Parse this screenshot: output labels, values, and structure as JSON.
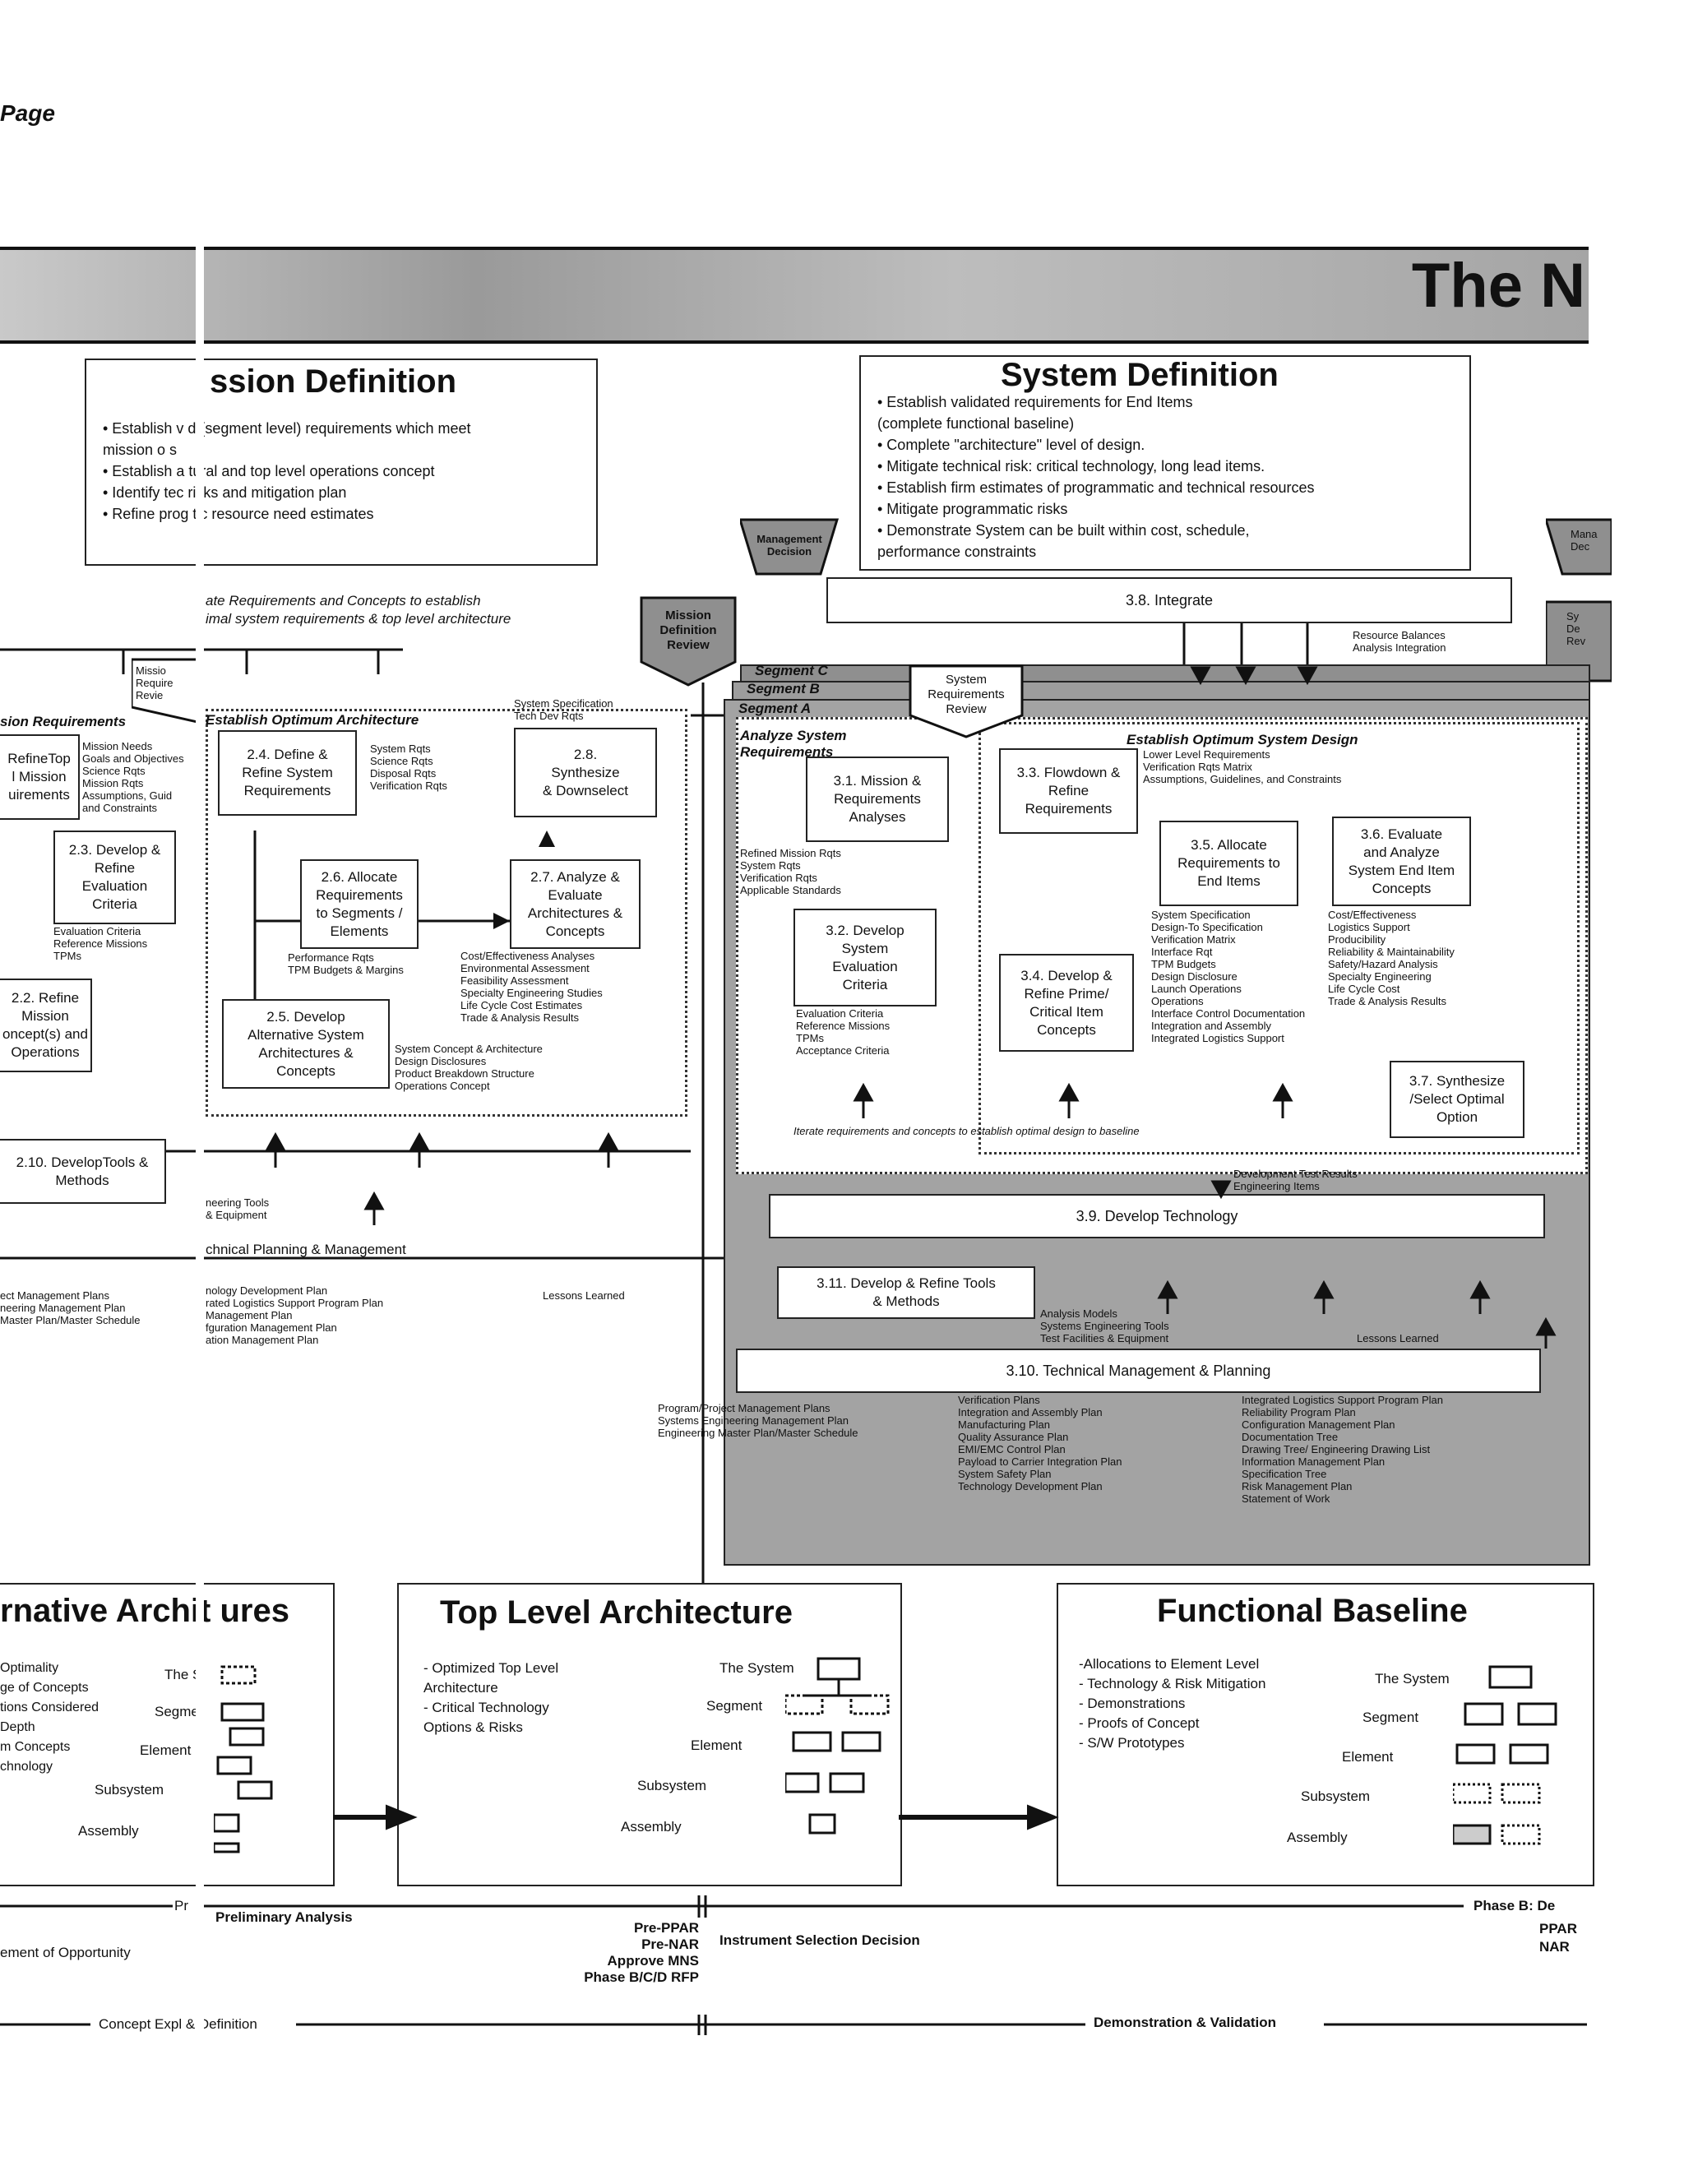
{
  "page_label": "Page",
  "banner_title": "The N",
  "mission": {
    "title": "ssion Definition",
    "bullets": "• Establish v  d (segment level) requirements which meet\n   mission o  s\n• Establish a  tural and top level operations concept\n• Identify tec   risks and mitigation plan\n• Refine prog  tic resource need estimates",
    "iterate": "ate Requirements and Concepts to establish\n imal system requirements & top level architecture",
    "establish_arch": "Establish Optimum Architecture",
    "req_header": "sion Requirements",
    "n2_4": "2.4. Define &\nRefine System\nRequirements",
    "n2_8": "2.8.\nSynthesize\n& Downselect",
    "n2_6": "2.6. Allocate\nRequirements\nto Segments /\nElements",
    "n2_7": "2.7. Analyze &\nEvaluate\nArchitectures &\nConcepts",
    "n2_5": "2.5. Develop\nAlternative System\nArchitectures &\nConcepts",
    "n2_3": "2.3. Develop &\nRefine\nEvaluation\nCriteria",
    "n2_2": "2.2. Refine\nMission\noncept(s) and\nOperations",
    "n_top": "RefineTop\nl Mission\nuirements",
    "n2_10": "2.10. DevelopTools &\nMethods",
    "out_2_4": "System Rqts\nScience Rqts\nDisposal Rqts\nVerification Rqts",
    "out_2_8": "System Specification\nTech Dev Rqts",
    "out_2_6": "Performance Rqts\nTPM Budgets & Margins",
    "out_2_7": "Cost/Effectiveness Analyses\nEnvironmental Assessment\nFeasibility Assessment\nSpecialty Engineering Studies\nLife Cycle Cost Estimates\nTrade & Analysis Results",
    "out_2_5": "System Concept & Architecture\nDesign Disclosures\nProduct Breakdown Structure\nOperations Concept",
    "out_2_3": "Evaluation Criteria\nReference Missions\nTPMs",
    "mission_needs": "Mission Needs\nGoals and Objectives\nScience Rqts\nMission Rqts\nAssumptions, Guid\nand Constraints",
    "tools_out": "neering Tools\n& Equipment",
    "tech_plan": "chnical Planning & Management",
    "plans_left": "ect Management Plans\nneering Management Plan\nMaster Plan/Master Schedule",
    "plans_mid": "nology Development Plan\nrated Logistics Support Program Plan\nManagement Plan\nfguration Management Plan\nation Management Plan",
    "lessons": "Lessons Learned",
    "mission_review_side": "Missio\nRequire\nRevie"
  },
  "management_decision": "Management\nDecision",
  "mission_definition_review": "Mission\nDefinition\nReview",
  "system_requirements_review": "System\nRequirements\nReview",
  "system": {
    "title": "System Definition",
    "bullets": "• Establish validated requirements for End Items\n   (complete functional baseline)\n• Complete \"architecture\" level of design.\n• Mitigate technical risk:  critical technology, long lead items.\n• Establish firm estimates of programmatic and technical resources\n• Mitigate programmatic risks\n• Demonstrate System can be built within cost, schedule,\n   performance constraints",
    "integrate": "3.8. Integrate",
    "resource": "Resource Balances\nAnalysis Integration",
    "segC": "Segment C",
    "segB": "Segment B",
    "segA": "Segment A",
    "analyze": "Analyze System\nRequirements",
    "establish": "Establish Optimum System Design",
    "n3_1": "3.1. Mission &\nRequirements\nAnalyses",
    "n3_2": "3.2. Develop\nSystem\nEvaluation\nCriteria",
    "n3_3": "3.3. Flowdown &\nRefine\nRequirements",
    "n3_4": "3.4. Develop &\nRefine Prime/\nCritical Item\nConcepts",
    "n3_5": "3.5. Allocate\nRequirements to\nEnd Items",
    "n3_6": "3.6. Evaluate\nand Analyze\nSystem End Item\nConcepts",
    "n3_7": "3.7. Synthesize\n/Select Optimal\nOption",
    "out_3_3": "Lower Level Requirements\nVerification Rqts Matrix\nAssumptions, Guidelines, and Constraints",
    "out_3_1": "Refined Mission Rqts\nSystem Rqts\nVerification Rqts\nApplicable Standards",
    "out_3_2": "Evaluation Criteria\nReference Missions\nTPMs\nAcceptance Criteria",
    "out_3_5": "System Specification\nDesign-To Specification\nVerification Matrix\nInterface Rqt\nTPM Budgets\nDesign Disclosure\nLaunch Operations\nOperations\nInterface Control Documentation\nIntegration and Assembly\nIntegrated Logistics Support",
    "out_3_6": "Cost/Effectiveness\nLogistics Support\nProducibility\nReliability & Maintainability\nSafety/Hazard Analysis\nSpecialty Engineering\nLife Cycle Cost\nTrade & Analysis Results",
    "iterate": "Iterate requirements and concepts to establish optimal design to baseline",
    "dev_test": "Development Test Results\nEngineering Items",
    "n3_9": "3.9. Develop Technology",
    "n3_11": "3.11. Develop & Refine Tools\n& Methods",
    "tools_out": "Analysis Models\nSystems Engineering Tools\nTest Facilities & Equipment",
    "lessons": "Lessons Learned",
    "n3_10": "3.10. Technical Management & Planning",
    "plans_a": "Program/Project Management Plans\nSystems Engineering Management Plan\nEngineering Master Plan/Master Schedule",
    "plans_b": "Verification Plans\nIntegration and Assembly Plan\nManufacturing Plan\nQuality Assurance Plan\nEMI/EMC Control Plan\nPayload to Carrier Integration Plan\nSystem Safety Plan\nTechnology Development Plan",
    "plans_c": "Integrated Logistics Support Program Plan\nReliability Program Plan\nConfiguration Management Plan\nDocumentation Tree\nDrawing Tree/ Engineering Drawing List\nInformation Management Plan\nSpecification Tree\nRisk Management Plan\nStatement of Work",
    "right_edge_a": "Mana\nDec",
    "right_edge_b": "Sy\nDe\nRev"
  },
  "bottom": {
    "alt_title": "rnative Archit  ures",
    "alt_text": "Optimality\nge of Concepts\ntions Considered\nDepth\nm Concepts\nchnology",
    "alt_levels": [
      "The S",
      "Segme",
      "Element",
      "Subsystem",
      "Assembly"
    ],
    "tla_title": "Top Level Architecture",
    "tla_text": "- Optimized Top Level\n  Architecture\n- Critical Technology\n  Options & Risks",
    "tla_levels": [
      "The System",
      "Segment",
      "Element",
      "Subsystem",
      "Assembly"
    ],
    "fb_title": "Functional Baseline",
    "fb_text": "-Allocations to Element Level\n- Technology & Risk Mitigation\n  - Demonstrations\n  - Proofs of Concept\n  - S/W Prototypes",
    "fb_levels": [
      "The System",
      "Segment",
      "Element",
      "Subsystem",
      "Assembly"
    ]
  },
  "timeline": {
    "pr": "Pr",
    "preliminary": "Preliminary Analysis",
    "opportunity": "ement of Opportunity",
    "milestones": "Pre-PPAR\nPre-NAR\nApprove MNS\nPhase B/C/D RFP",
    "instrument": "Instrument Selection Decision",
    "phase_b": "Phase B: De",
    "ppar": "PPAR\nNAR",
    "concept": "Concept Expl  & Definition",
    "demo": "Demonstration & Validation"
  }
}
